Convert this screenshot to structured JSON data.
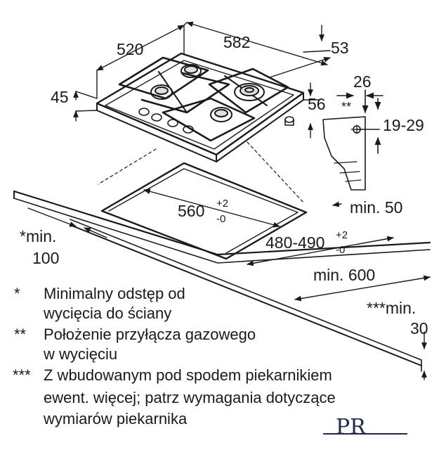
{
  "dimensions": {
    "width_520": "520",
    "length_582": "582",
    "depth_53": "53",
    "height_45": "45",
    "offset_56": "56",
    "gas_26": "26",
    "gas_stars": "**",
    "gas_19_29": "19-29",
    "cutout_560": "560",
    "cutout_560_tol_plus": "+2",
    "cutout_560_tol_minus": "-0",
    "cutout_480": "480-490",
    "cutout_480_tol_plus": "+2",
    "cutout_480_tol_minus": "-0",
    "min_50": "min. 50",
    "min_100_line1": "*min.",
    "min_100_line2": "100",
    "min_600": "min. 600",
    "min_30_line1": "***min.",
    "min_30_line2": "30"
  },
  "footnotes": [
    {
      "mark": "*",
      "line1": "Minimalny odstęp od",
      "line2": "wycięcia do ściany"
    },
    {
      "mark": "**",
      "line1": "Położenie przyłącza gazowego",
      "line2": "w wycięciu"
    },
    {
      "mark": "***",
      "line1": "Z wbudowanym pod spodem piekarnikiem",
      "line2": "ewent. więcej; patrz wymagania dotyczące",
      "line3": "wymiarów piekarnika"
    }
  ],
  "logo": {
    "text": "PR"
  },
  "colors": {
    "line": "#1a1a1a",
    "logo": "#1d2a52"
  }
}
